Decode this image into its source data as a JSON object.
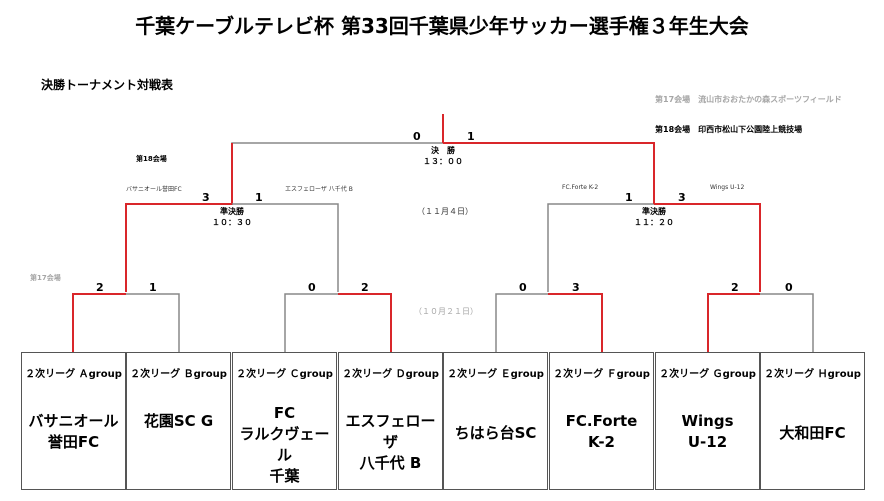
{
  "title": "千葉ケーブルテレビ杯 第33回千葉県少年サッカー選手権３年生大会",
  "subtitle": "決勝トーナメント対戦表",
  "venues": {
    "v17_label": "第17会場　流山市おおたかの森スポーツフィールド",
    "v18_label": "第18会場　印西市松山下公園陸上競技場",
    "left_18": "第18会場",
    "left_17": "第17会場"
  },
  "final": {
    "name": "決　勝",
    "time": "１３：００",
    "score_left": "0",
    "score_right": "1"
  },
  "semis": [
    {
      "name": "準決勝",
      "time": "１０：３０",
      "score_left": "3",
      "score_right": "1",
      "team_left": "バサニオール誉田FC",
      "team_right": "エスフェローザ 八千代 B"
    },
    {
      "name": "準決勝",
      "time": "１１：２０",
      "score_left": "1",
      "score_right": "3",
      "team_left": "FC.Forte K-2",
      "team_right": "Wings U-12"
    }
  ],
  "dates": {
    "semis": "（１１月４日）",
    "quarters": "（１０月２１日）"
  },
  "quarters": [
    {
      "score_left": "2",
      "score_right": "1"
    },
    {
      "score_left": "0",
      "score_right": "2"
    },
    {
      "score_left": "0",
      "score_right": "3"
    },
    {
      "score_left": "2",
      "score_right": "0"
    }
  ],
  "teams": [
    {
      "league": "２次リーグ Ａgroup",
      "name": "バサニオール\n誉田FC"
    },
    {
      "league": "２次リーグ Ｂgroup",
      "name": "花園SC G"
    },
    {
      "league": "２次リーグ Ｃgroup",
      "name": "FC\nラルクヴェール\n千葉"
    },
    {
      "league": "２次リーグ Ｄgroup",
      "name": "エスフェローザ\n八千代 B"
    },
    {
      "league": "２次リーグ Ｅgroup",
      "name": "ちはら台SC"
    },
    {
      "league": "２次リーグ Ｆgroup",
      "name": "FC.Forte\nK-2"
    },
    {
      "league": "２次リーグ Ｇgroup",
      "name": "Wings\nU-12"
    },
    {
      "league": "２次リーグ Ｈgroup",
      "name": "大和田FC"
    }
  ],
  "colors": {
    "winner_line": "#d9262a",
    "loser_line": "#888888"
  }
}
